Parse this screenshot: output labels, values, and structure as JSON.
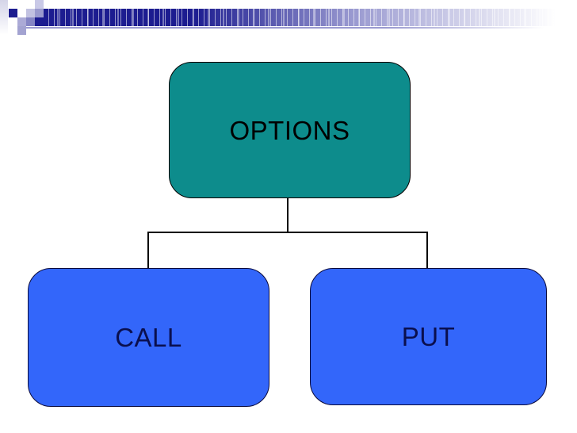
{
  "slide": {
    "diagram": {
      "root": {
        "label": "OPTIONS"
      },
      "children": [
        {
          "label": "CALL"
        },
        {
          "label": "PUT"
        }
      ]
    }
  },
  "colors": {
    "teal": "#0d8c8c",
    "blue": "#3366fa",
    "navy": "#1c1c90",
    "root_text": "#000000",
    "node_text": "#0a0f4e",
    "node_border": "#0a0a3c",
    "line_black": "#000000",
    "lav_strip": "#d4d4e8",
    "lav_line": "#9a9ad0",
    "sq_light": "#c9c9e7",
    "sq_light2": "#c2c2e1",
    "sq_mid": "#abaad6",
    "sq_mid2": "#9a9ace",
    "sq_mid3": "#a3a3d1",
    "sq_dark": "#8585c4"
  }
}
